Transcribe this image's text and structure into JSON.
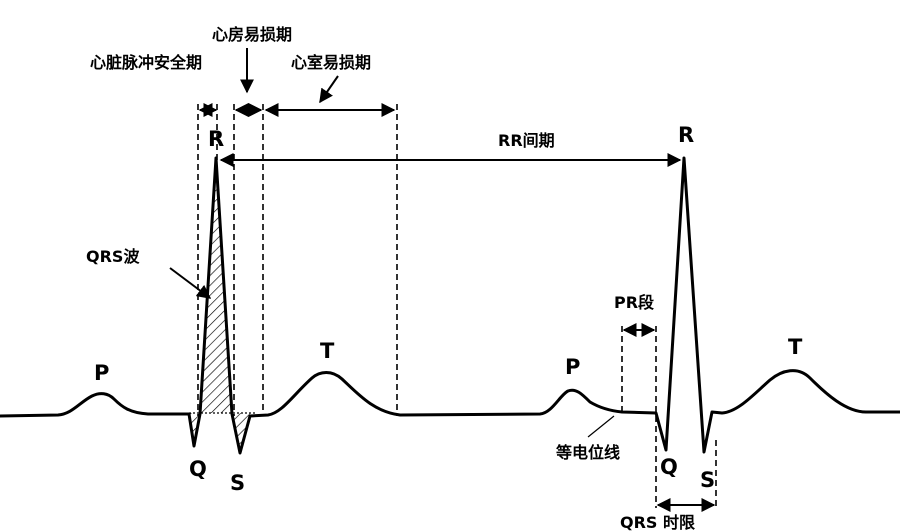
{
  "labels": {
    "safe_period": "心脏脉冲安全期",
    "atrial_vulnerable": "心房易损期",
    "ventricular_vulnerable": "心室易损期",
    "rr_interval": "RR间期",
    "qrs_wave": "QRS波",
    "pr_segment": "PR段",
    "isoelectric_line": "等电位线",
    "qrs_duration": "QRS 时限"
  },
  "beat1": {
    "p": "P",
    "q": "Q",
    "r": "R",
    "s": "S",
    "t": "T"
  },
  "beat2": {
    "p": "P",
    "q": "Q",
    "r": "R",
    "s": "S",
    "t": "T"
  },
  "colors": {
    "ink": "#000000",
    "background": "#ffffff"
  }
}
